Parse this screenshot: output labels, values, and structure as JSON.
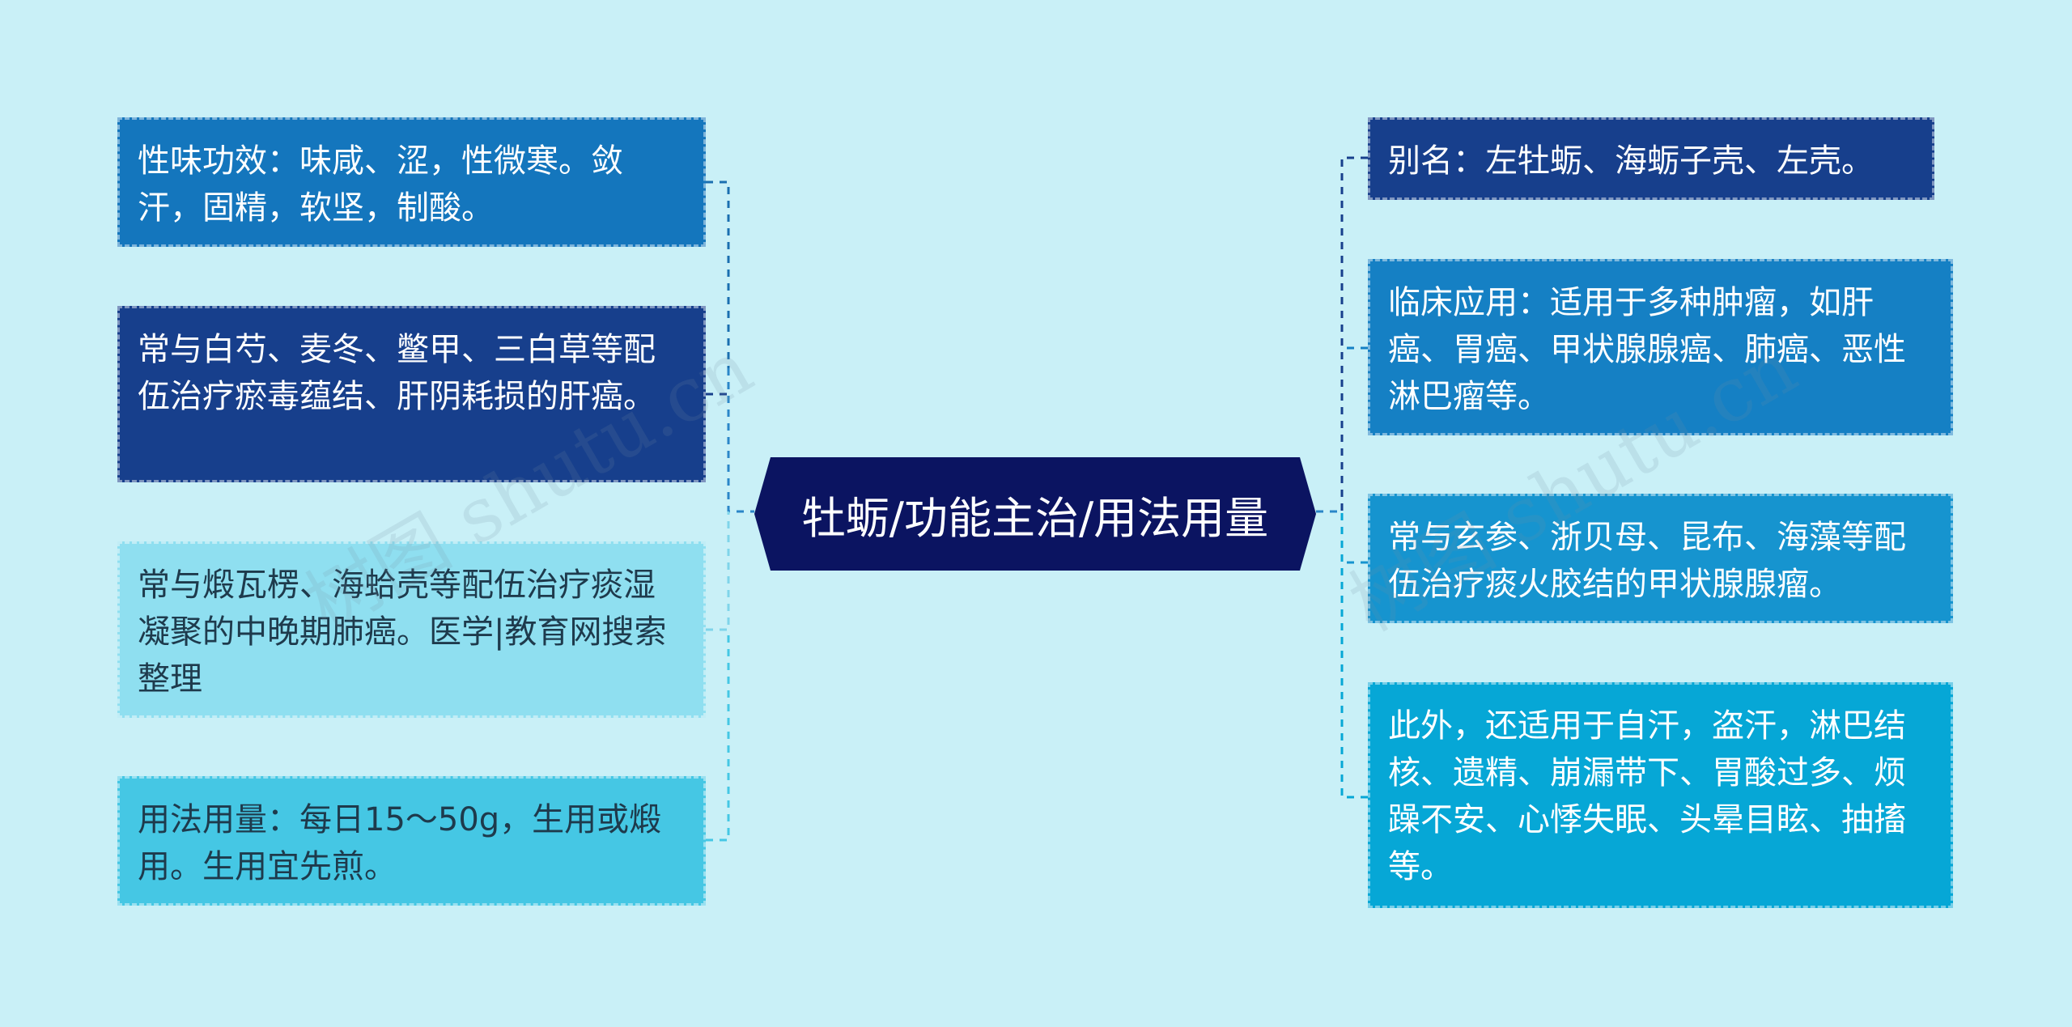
{
  "center": {
    "title": "牡蛎/功能主治/用法用量"
  },
  "left_nodes": [
    {
      "text": "性味功效：味咸、涩，性微寒。敛汗，固精，软坚，制酸。"
    },
    {
      "text": "常与白芍、麦冬、鳖甲、三白草等配伍治疗瘀毒蕴结、肝阴耗损的肝癌。"
    },
    {
      "text": "常与煅瓦楞、海蛤壳等配伍治疗痰湿凝聚的中晚期肺癌。医学|教育网搜索整理"
    },
    {
      "text": "用法用量：每日15～50g，生用或煅用。生用宜先煎。"
    }
  ],
  "right_nodes": [
    {
      "text": "别名：左牡蛎、海蛎子壳、左壳。"
    },
    {
      "text": "临床应用：适用于多种肿瘤，如肝癌、胃癌、甲状腺腺癌、肺癌、恶性淋巴瘤等。"
    },
    {
      "text": "常与玄参、浙贝母、昆布、海藻等配伍治疗痰火胶结的甲状腺腺瘤。"
    },
    {
      "text": "此外，还适用于自汗，盗汗，淋巴结核、遗精、崩漏带下、胃酸过多、烦躁不安、心悸失眠、头晕目眩、抽搐等。"
    }
  ],
  "watermarks": [
    "树图 shutu.cn",
    "树图 shutu.cn"
  ],
  "colors": {
    "background": "#c9f0f7",
    "center": "#0b1461",
    "node_blue": "#1476bd",
    "node_navy": "#173f8c",
    "node_pale": "#8fdff0",
    "node_sky": "#45c7e4",
    "node_cyan": "#06a7d6"
  }
}
